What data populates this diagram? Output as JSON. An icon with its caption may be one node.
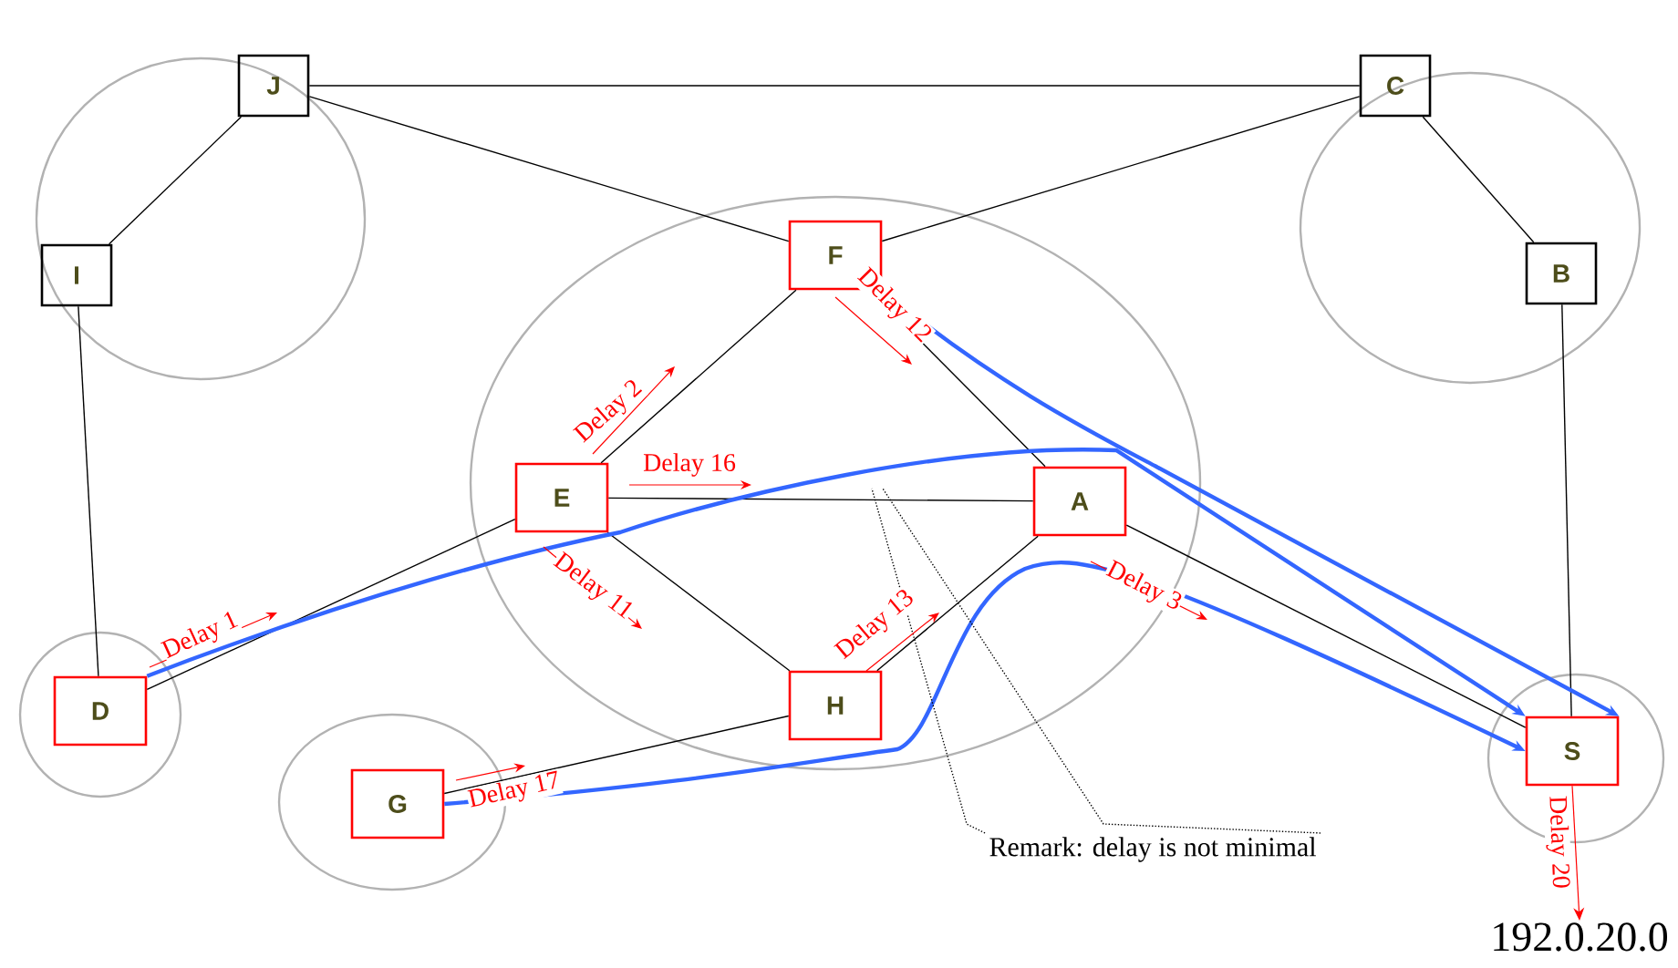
{
  "diagram": {
    "nodes": [
      {
        "text": [],
        "shape": "circle"
      },
      {
        "text": [
          "J"
        ],
        "in": 0
      },
      {
        "text": [
          "I"
        ],
        "in": 0
      },
      {
        "text": [],
        "shape": "circle"
      },
      {
        "text": [
          "C"
        ],
        "in": 3
      },
      {
        "text": [
          "B"
        ],
        "in": 3
      },
      {
        "text": [],
        "shape": "circle"
      },
      {
        "text": [
          "F"
        ],
        "in": 6
      },
      {
        "text": [
          "E"
        ],
        "in": 6
      },
      {
        "text": [
          "A"
        ],
        "in": 6
      },
      {
        "text": [
          "H"
        ],
        "in": 6
      },
      {
        "text": [],
        "shape": "circle"
      },
      {
        "text": [
          "D"
        ],
        "in": 11
      },
      {
        "text": [],
        "shape": "circle"
      },
      {
        "text": [
          "G"
        ],
        "in": 13
      },
      {
        "text": [],
        "shape": "circle"
      },
      {
        "text": [
          "S"
        ],
        "in": 15
      },
      {
        "text": [
          "Remark: delay is not minimal"
        ]
      },
      {
        "text": [
          "192.0.20.0"
        ]
      }
    ],
    "edges": [
      {
        "from": 1,
        "to": 4,
        "arrow": "none"
      },
      {
        "from": 1,
        "to": 2,
        "arrow": "none"
      },
      {
        "from": 1,
        "to": 7,
        "arrow": "none"
      },
      {
        "from": 4,
        "to": 7,
        "arrow": "none"
      },
      {
        "from": 4,
        "to": 5,
        "arrow": "none"
      },
      {
        "from": 2,
        "to": 12,
        "arrow": "none"
      },
      {
        "from": 5,
        "to": 16,
        "arrow": "none"
      },
      {
        "from": 8,
        "to": 7,
        "arrow": "none"
      },
      {
        "from": 7,
        "to": 9,
        "arrow": "none"
      },
      {
        "from": 8,
        "to": 9,
        "arrow": "none"
      },
      {
        "from": 8,
        "to": 10,
        "arrow": "none"
      },
      {
        "from": 10,
        "to": 9,
        "arrow": "none"
      },
      {
        "from": 9,
        "to": 16,
        "arrow": "none"
      },
      {
        "from": 12,
        "to": 8,
        "arrow": "none"
      },
      {
        "from": 14,
        "to": 10,
        "arrow": "none"
      },
      {
        "from": 16,
        "to": 18,
        "arrow": "to",
        "label": "Delay 20",
        "color": "#ff0000"
      },
      {
        "from": 12,
        "to": 16,
        "arrow": "to",
        "style": "thick",
        "color": "#3366ff"
      },
      {
        "from": 7,
        "to": 16,
        "arrow": "to",
        "style": "thick",
        "color": "#3366ff"
      },
      {
        "from": 14,
        "to": 16,
        "arrow": "to",
        "style": "thick",
        "color": "#3366ff"
      },
      {
        "from": 17,
        "to": null,
        "arrow": "none",
        "style": "dashed"
      },
      {
        "from": 17,
        "to": null,
        "arrow": "none",
        "style": "dashed"
      }
    ],
    "labels": [
      "Delay 12",
      "Delay 2",
      "Delay 16",
      "Delay 11",
      "Delay 3",
      "Delay 13",
      "Delay 1",
      "Delay 17"
    ]
  }
}
